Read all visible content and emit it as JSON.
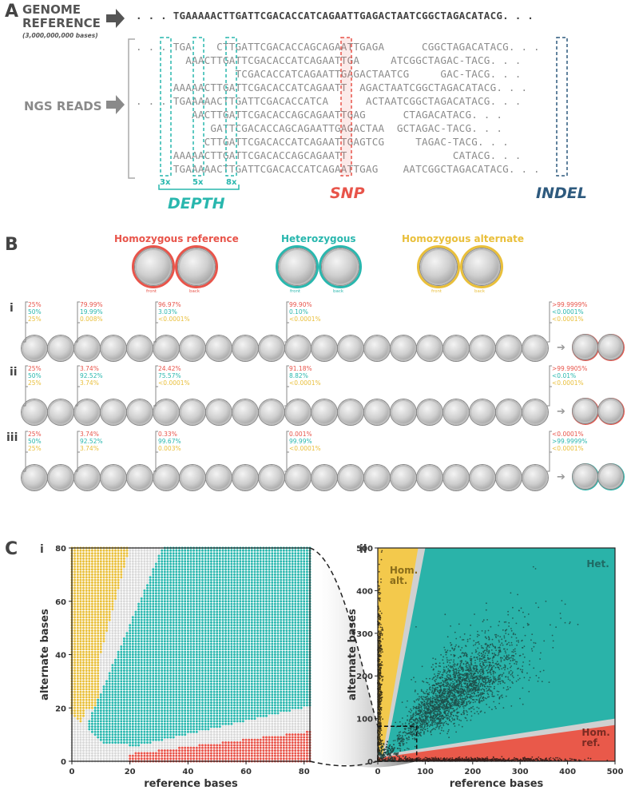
{
  "colors": {
    "red": "#e8544a",
    "teal": "#29b7ae",
    "navy": "#2e5a7e",
    "gold": "#e9bf3a",
    "grey": "#8c8c8c",
    "dark": "#444444",
    "tealBg": "#2ab3a9",
    "goldBg": "#f3c94c",
    "redBg": "#e9594a"
  },
  "panelA": {
    "letter": "A",
    "genome_title_1": "GENOME",
    "genome_title_2": "REFERENCE",
    "genome_sub": "(3,000,000,000 bases)",
    "reference_seq": ". . . TGAAAAACTTGATTCGACACCATCAGAATTGAGACTAATCGGCTAGACATACG. . .",
    "ngs_label": "NGS READS",
    "reads": [
      ". . . TGA    CTTGATTCGACACCAGCAGAATTGAGA      CGGCTAGACATACG. . .",
      "        AAACTTGATTCGACACCATCAGAATTGA     ATCGGCTAGAC-TACG. . .",
      "                TCGACACCATCAGAATTGAGACTAATCG     GAC-TACG. . .",
      "      AAAAACTTGATTCGACACCATCAGAATT  AGACTAATCGGCTAGACATACG. . .",
      ". . . TGAAAAACTTGATTCGACACCATCA      ACTAATCGGCTAGACATACG. . .",
      "         AACTTGATTCGACACCAGCAGAATTGAG      CTAGACATACG. . .",
      "            GATTCGACACCAGCAGAATTGAGACTAA  GCTAGAC-TACG. . .",
      "           CTTGATTCGACACCATCAGAATTGAGTCG     TAGAC-TACG. . .",
      "      AAAAACTTGATTCGACACCAGCAGAATT                 CATACG. . .",
      "      TGAAAAACTTGATTCGACACCATCAGAATTGAG    AATCGGCTAGACATACG. . ."
    ],
    "depth_counts": [
      "3x",
      "5x",
      "8x"
    ],
    "depth_label": "DEPTH",
    "snp_label": "SNP",
    "indel_label": "INDEL"
  },
  "panelB": {
    "letter": "B",
    "hom_ref_title": "Homozygous reference",
    "het_title": "Heterozygous",
    "hom_alt_title": "Homozygous alternate",
    "front": "front",
    "back": "back",
    "rows": [
      {
        "label": "i",
        "probs": [
          [
            "25%",
            "50%",
            "25%"
          ],
          [
            "79.99%",
            "19.99%",
            "0.008%"
          ],
          [
            "96.97%",
            "3.03%",
            "<0.0001%"
          ],
          [
            "99.90%",
            "0.10%",
            "<0.0001%"
          ],
          [
            ">99.9999%",
            "<0.0001%",
            "<0.0001%"
          ]
        ],
        "result": "red"
      },
      {
        "label": "ii",
        "probs": [
          [
            "25%",
            "50%",
            "25%"
          ],
          [
            "3.74%",
            "92.52%",
            "3.74%"
          ],
          [
            "24.42%",
            "75.57%",
            "<0.0001%"
          ],
          [
            "91.18%",
            "8.82%",
            "<0.0001%"
          ],
          [
            ">99.9905%",
            "<0.01%",
            "<0.0001%"
          ]
        ],
        "result": "red"
      },
      {
        "label": "iii",
        "probs": [
          [
            "25%",
            "50%",
            "25%"
          ],
          [
            "3.74%",
            "92.52%",
            "3.74%"
          ],
          [
            "0.33%",
            "99.67%",
            "0.003%"
          ],
          [
            "0.001%",
            "99.99%",
            "<0.0001%"
          ],
          [
            "<0.0001%",
            ">99.9999%",
            "<0.0001%"
          ]
        ],
        "result": "teal"
      }
    ]
  },
  "panelC": {
    "letter": "C",
    "sub_i": "i",
    "sub_ii": "ii",
    "left": {
      "xlabel": "reference bases",
      "ylabel": "alternate bases",
      "xticks": [
        "0",
        "20",
        "40",
        "60",
        "80"
      ],
      "yticks": [
        "0",
        "20",
        "40",
        "60",
        "80"
      ]
    },
    "right": {
      "xlabel": "reference bases",
      "ylabel": "alternate bases",
      "xticks": [
        "0",
        "100",
        "200",
        "300",
        "400",
        "500"
      ],
      "yticks": [
        "0",
        "100",
        "200",
        "300",
        "400",
        "500"
      ],
      "hom_alt": "Hom.\nalt.",
      "het": "Het.",
      "hom_ref": "Hom.\nref."
    }
  }
}
